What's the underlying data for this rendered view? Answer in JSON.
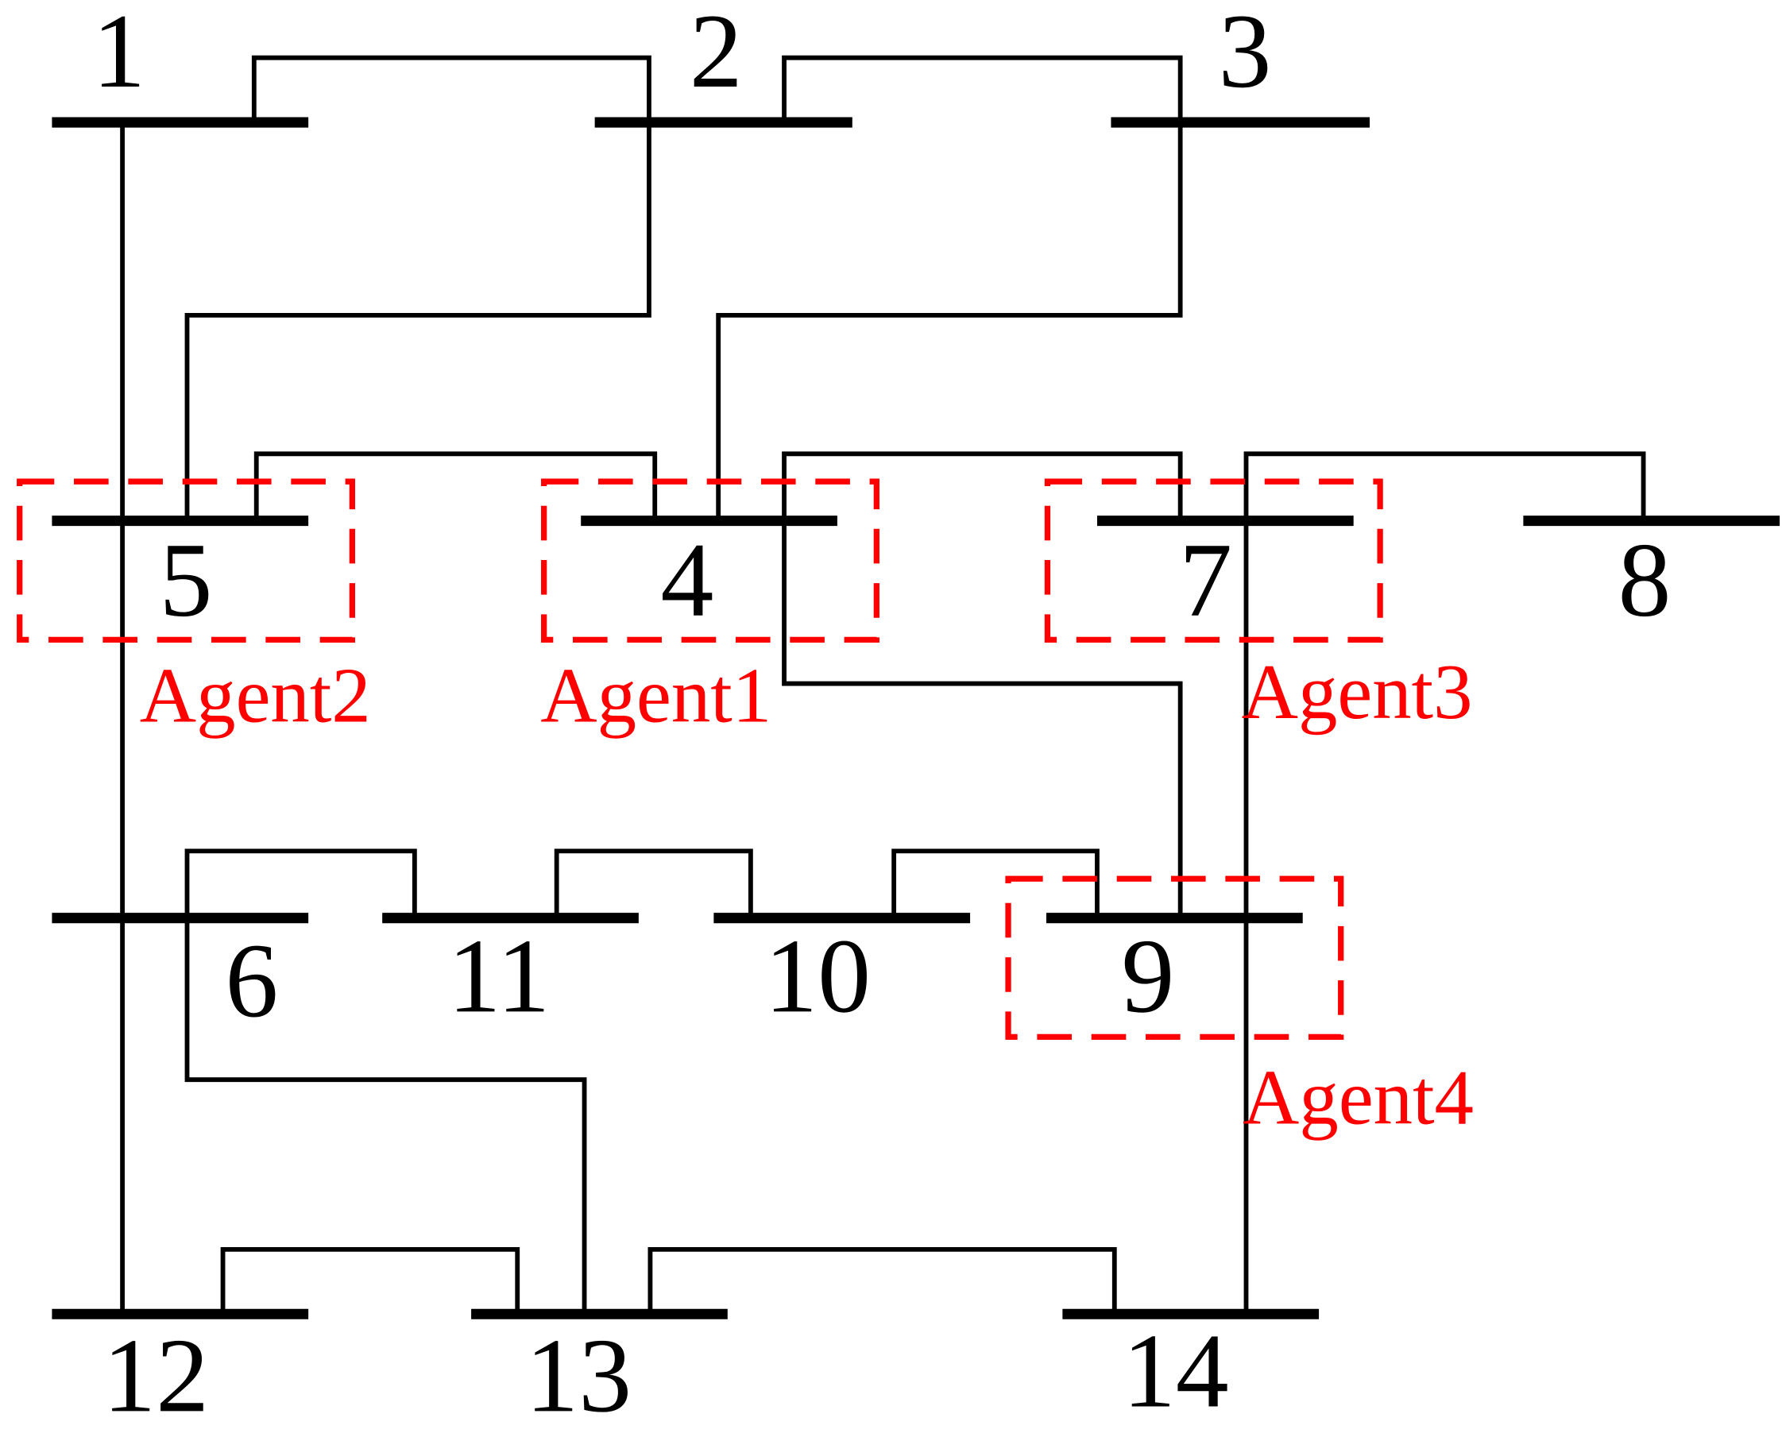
{
  "buses": [
    {
      "id": "1",
      "label": "1"
    },
    {
      "id": "2",
      "label": "2"
    },
    {
      "id": "3",
      "label": "3"
    },
    {
      "id": "4",
      "label": "4"
    },
    {
      "id": "5",
      "label": "5"
    },
    {
      "id": "6",
      "label": "6"
    },
    {
      "id": "7",
      "label": "7"
    },
    {
      "id": "8",
      "label": "8"
    },
    {
      "id": "9",
      "label": "9"
    },
    {
      "id": "10",
      "label": "10"
    },
    {
      "id": "11",
      "label": "11"
    },
    {
      "id": "12",
      "label": "12"
    },
    {
      "id": "13",
      "label": "13"
    },
    {
      "id": "14",
      "label": "14"
    }
  ],
  "agents": [
    {
      "label": "Agent1",
      "bus": "4"
    },
    {
      "label": "Agent2",
      "bus": "5"
    },
    {
      "label": "Agent3",
      "bus": "7"
    },
    {
      "label": "Agent4",
      "bus": "9"
    }
  ],
  "connections": [
    [
      "1",
      "2"
    ],
    [
      "2",
      "3"
    ],
    [
      "2",
      "5"
    ],
    [
      "3",
      "4"
    ],
    [
      "5",
      "4"
    ],
    [
      "4",
      "9"
    ],
    [
      "7",
      "8"
    ],
    [
      "1",
      "12"
    ],
    [
      "6",
      "11"
    ],
    [
      "11",
      "10"
    ],
    [
      "10",
      "9"
    ],
    [
      "6",
      "13"
    ],
    [
      "12",
      "13"
    ],
    [
      "13",
      "14"
    ],
    [
      "7",
      "14"
    ],
    [
      "4",
      "7"
    ]
  ],
  "colors": {
    "line": "#000000",
    "agent": "#ff0000"
  }
}
